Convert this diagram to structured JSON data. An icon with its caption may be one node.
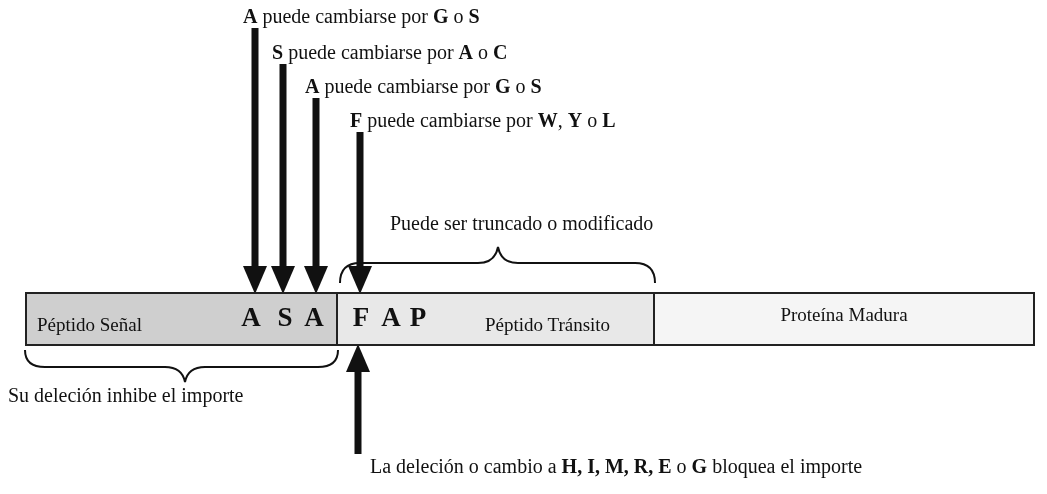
{
  "diagram": {
    "nodes": [
      {
        "text": [
          "Péptido Señal"
        ],
        "beside": [
          "Su deleción inhibe el importe"
        ]
      },
      {
        "text": [
          "A"
        ],
        "in": 0
      },
      {
        "text": [
          "S"
        ],
        "in": 0
      },
      {
        "text": [
          "A"
        ],
        "in": 0
      },
      {
        "text": [
          "Péptido Tránsito"
        ],
        "beside": [
          "Puede ser truncado o modificado"
        ]
      },
      {
        "text": [
          "F"
        ],
        "in": 4
      },
      {
        "text": [
          "A"
        ],
        "in": 4
      },
      {
        "text": [
          "P"
        ],
        "in": 4
      },
      {
        "text": [
          "Proteína Madura"
        ]
      },
      {
        "text": [
          "**A** puede cambiarse por **G** o **S**"
        ]
      },
      {
        "text": [
          "**S** puede cambiarse por **A** o **C**"
        ]
      },
      {
        "text": [
          "**A** puede cambiarse por **G** o **S**"
        ]
      },
      {
        "text": [
          "**F** puede cambiarse por **W**, **Y** o **L**"
        ]
      },
      {
        "text": [
          "La deleción o cambio a **H, I, M, R, E** o **G** bloquea el importe"
        ]
      }
    ],
    "edges": [
      {
        "from": 9,
        "to": 1,
        "arrow": "to"
      },
      {
        "from": 10,
        "to": 2,
        "arrow": "to"
      },
      {
        "from": 11,
        "to": 3,
        "arrow": "to"
      },
      {
        "from": 12,
        "to": 5,
        "arrow": "to"
      },
      {
        "from": 13,
        "to": 5,
        "arrow": "to"
      }
    ]
  }
}
